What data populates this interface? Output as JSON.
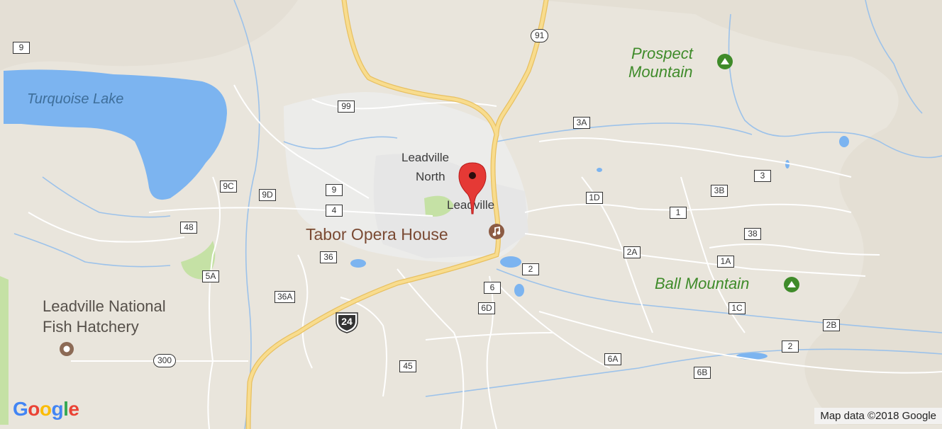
{
  "map": {
    "labels": {
      "turquoise_lake": "Turquoise Lake",
      "leadville_north_1": "Leadville",
      "leadville_north_2": "North",
      "leadville": "Leadville",
      "tabor_opera_house": "Tabor Opera House",
      "prospect_mountain_1": "Prospect",
      "prospect_mountain_2": "Mountain",
      "ball_mountain": "Ball Mountain",
      "fish_hatchery_1": "Leadville National",
      "fish_hatchery_2": "Fish Hatchery"
    },
    "road_shields": {
      "r9_nw": "9",
      "r99": "99",
      "r91": "91",
      "r3a": "3A",
      "r9c": "9C",
      "r9d": "9D",
      "r9": "9",
      "r4": "4",
      "r48": "48",
      "r36": "36",
      "r5a": "5A",
      "r36a": "36A",
      "r24": "24",
      "r300": "300",
      "r45": "45",
      "r6": "6",
      "r6d": "6D",
      "r2": "2",
      "r1d": "1D",
      "r1": "1",
      "r2a": "2A",
      "r3": "3",
      "r3b": "3B",
      "r38": "38",
      "r1a": "1A",
      "r1c": "1C",
      "r2b": "2B",
      "r2_e": "2",
      "r6a": "6A",
      "r6b": "6B"
    },
    "icons": {
      "marker": "red-location-pin",
      "tabor": "music-note",
      "prospect": "mountain-peak",
      "ball": "mountain-peak",
      "hatchery": "place-dot"
    },
    "colors": {
      "land": "#e9e5dc",
      "water": "#7cb4f0",
      "highway": "#f7d47a",
      "urban": "#ececea",
      "park": "#c5e1a5",
      "marker": "#e53935"
    }
  },
  "branding": {
    "logo_letters": [
      "G",
      "o",
      "o",
      "g",
      "l",
      "e"
    ],
    "attribution": "Map data ©2018 Google"
  }
}
